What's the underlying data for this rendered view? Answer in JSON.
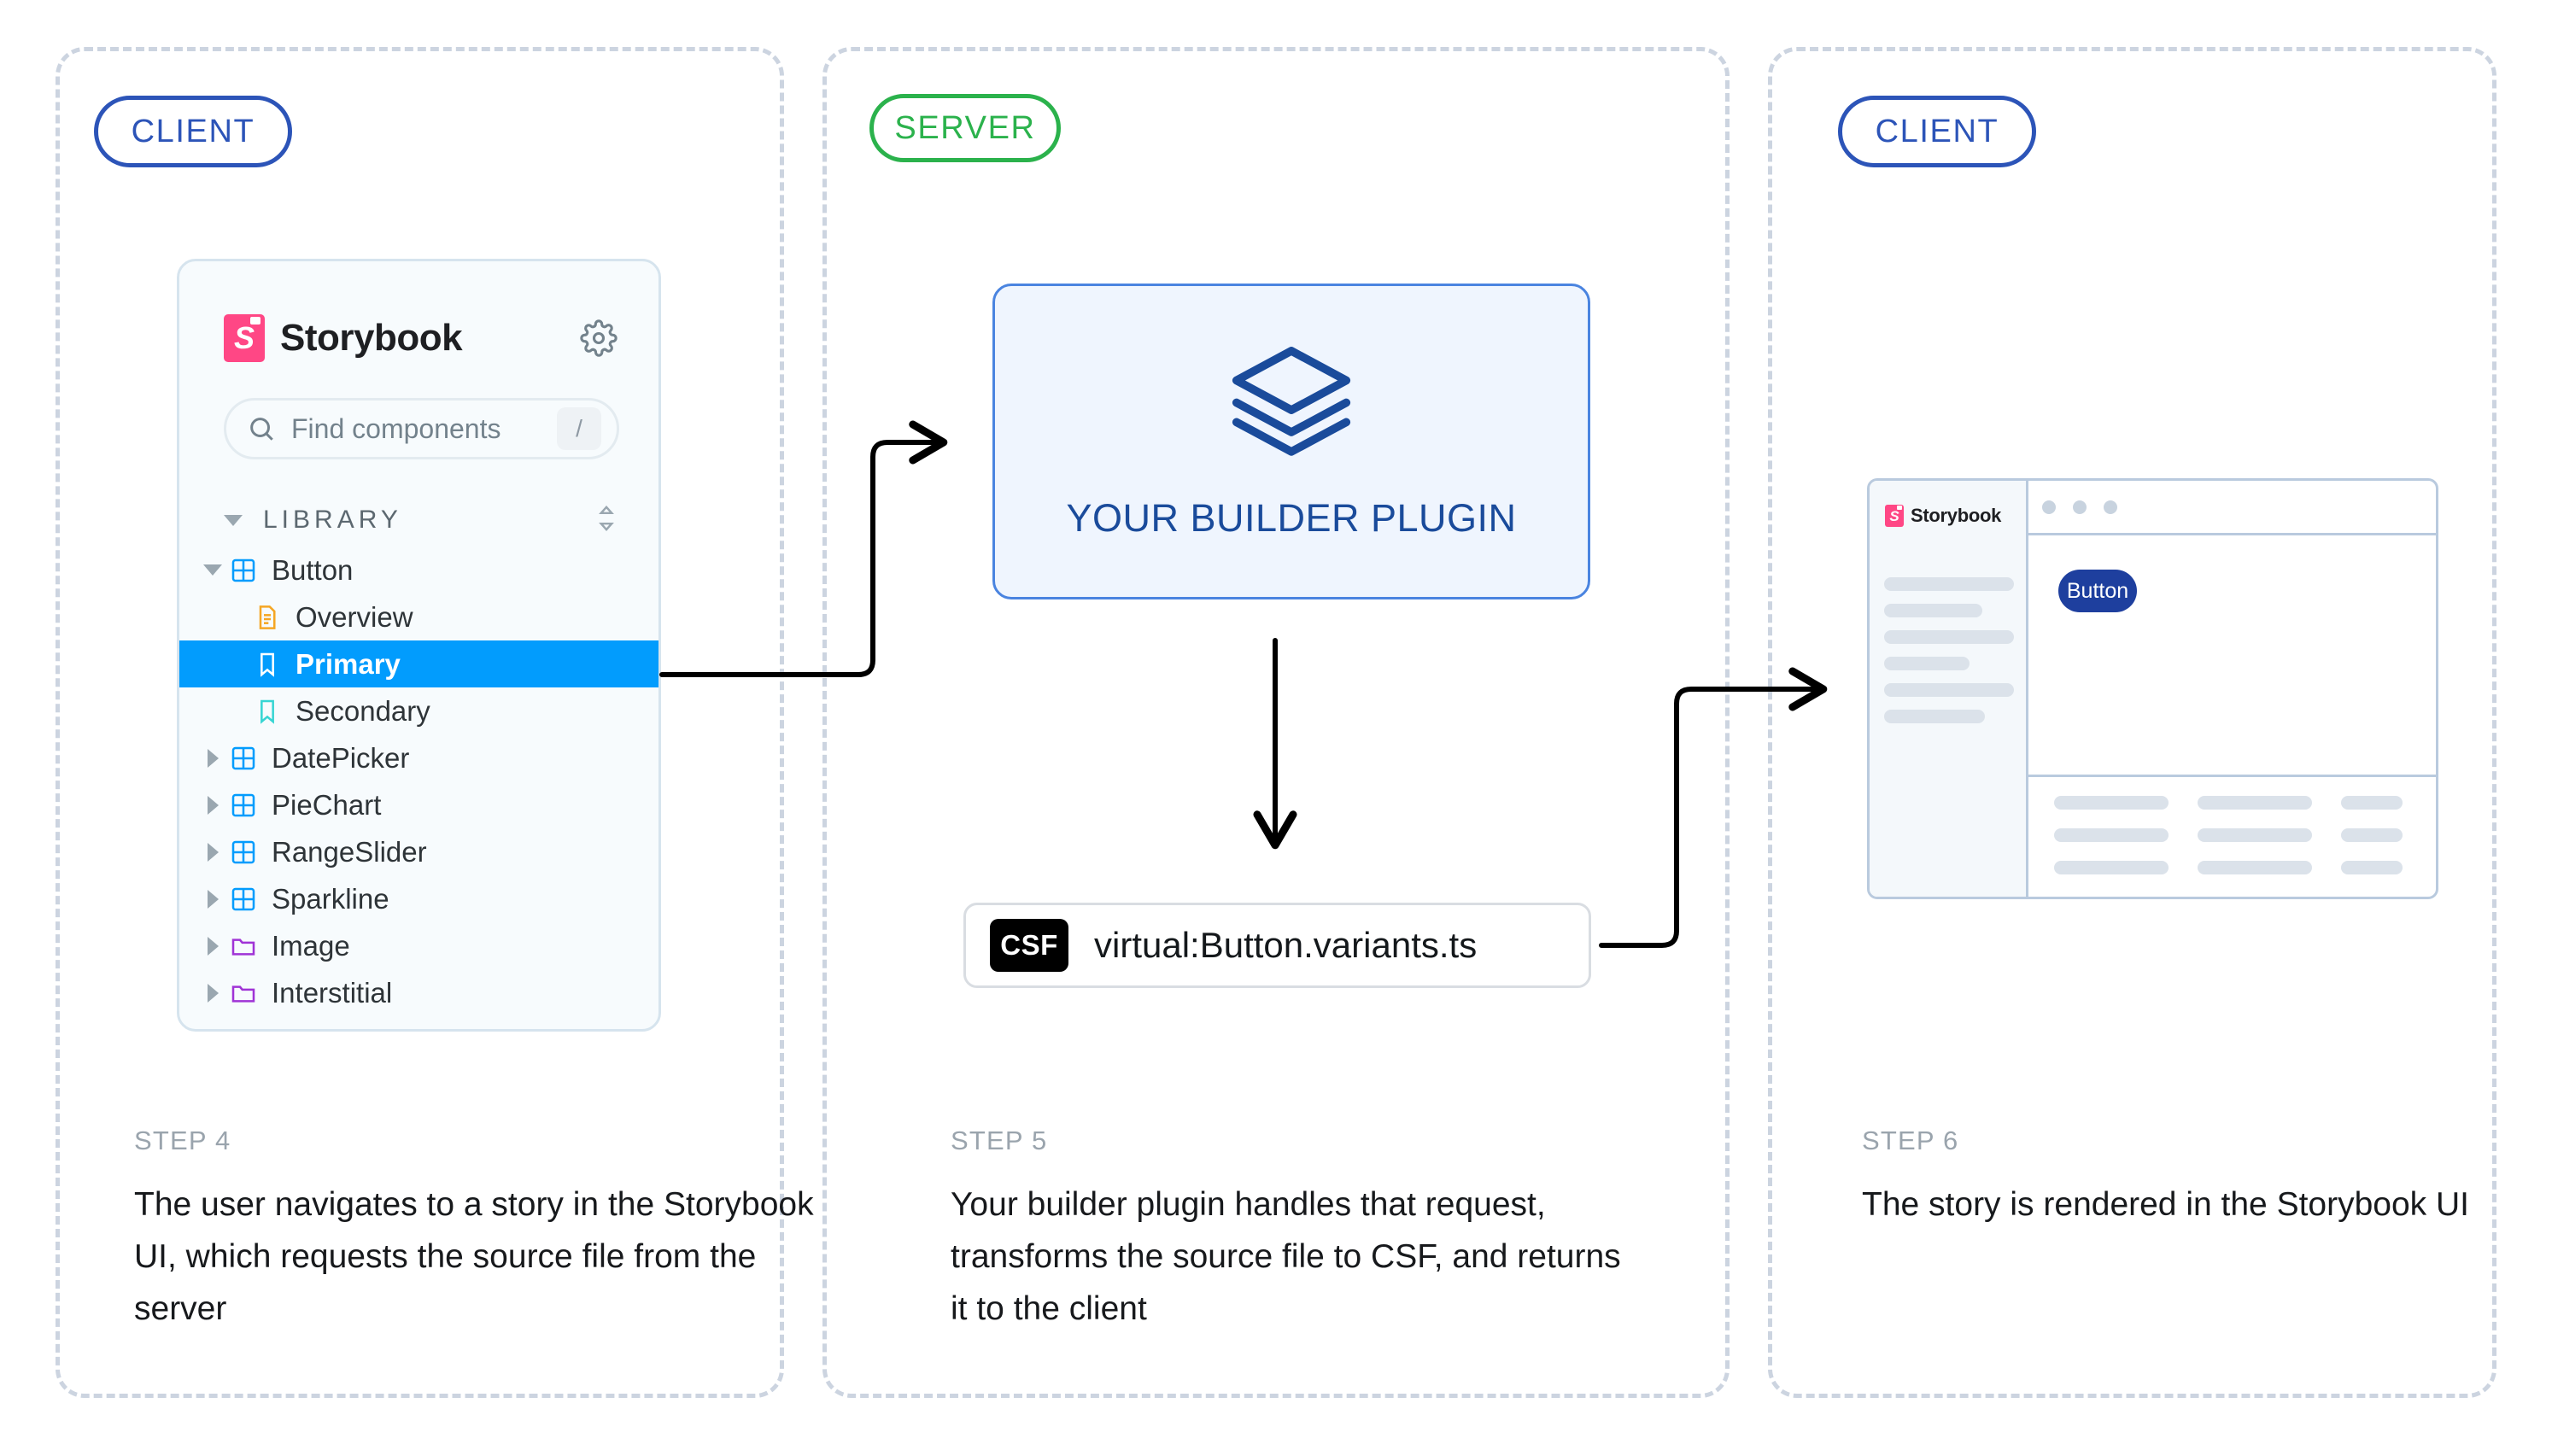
{
  "lanes": [
    {
      "id": "client-left",
      "badge": "CLIENT",
      "kind": "client"
    },
    {
      "id": "server",
      "badge": "SERVER",
      "kind": "server"
    },
    {
      "id": "client-right",
      "badge": "CLIENT",
      "kind": "client"
    }
  ],
  "colors": {
    "client_accent": "#2c54b8",
    "server_accent": "#2bb24c",
    "lane_border": "#ccd4e0",
    "storybook_pink": "#ff4785",
    "selection_blue": "#029cfd",
    "builder_blue": "#1a4b9b",
    "builder_box_fill": "#eff5fe",
    "mini_button_blue": "#1e3f9e",
    "csf_badge_bg": "#000000"
  },
  "storybook_panel": {
    "brand": "Storybook",
    "logo_letter": "S",
    "settings_icon": "gear-icon",
    "search": {
      "icon": "search-icon",
      "placeholder": "Find components",
      "shortcut": "/"
    },
    "section": {
      "label": "LIBRARY",
      "expanded": true,
      "sort_icon": "sort-icon"
    },
    "tree": [
      {
        "label": "Button",
        "icon": "component-icon",
        "depth": 0,
        "twisty": "down",
        "selected": false
      },
      {
        "label": "Overview",
        "icon": "docs-icon",
        "depth": 1,
        "twisty": "none",
        "selected": false
      },
      {
        "label": "Primary",
        "icon": "story-icon",
        "depth": 1,
        "twisty": "none",
        "selected": true
      },
      {
        "label": "Secondary",
        "icon": "story-icon",
        "depth": 1,
        "twisty": "none",
        "selected": false
      },
      {
        "label": "DatePicker",
        "icon": "component-icon",
        "depth": 0,
        "twisty": "right",
        "selected": false
      },
      {
        "label": "PieChart",
        "icon": "component-icon",
        "depth": 0,
        "twisty": "right",
        "selected": false
      },
      {
        "label": "RangeSlider",
        "icon": "component-icon",
        "depth": 0,
        "twisty": "right",
        "selected": false
      },
      {
        "label": "Sparkline",
        "icon": "component-icon",
        "depth": 0,
        "twisty": "right",
        "selected": false
      },
      {
        "label": "Image",
        "icon": "folder-icon",
        "depth": 0,
        "twisty": "right",
        "selected": false
      },
      {
        "label": "Interstitial",
        "icon": "folder-icon",
        "depth": 0,
        "twisty": "right",
        "selected": false
      }
    ]
  },
  "builder_box": {
    "icon": "layers-icon",
    "label": "YOUR BUILDER PLUGIN"
  },
  "csf_file": {
    "badge": "CSF",
    "filename": "virtual:Button.variants.ts"
  },
  "mini_app": {
    "brand": "Storybook",
    "logo_letter": "S",
    "toolbar_dots": 3,
    "nav_placeholder_count": 6,
    "story_button_label": "Button",
    "addon_rows": 3,
    "addon_columns": 3
  },
  "steps": [
    {
      "kicker": "STEP 4",
      "text": "The user navigates to a story in the Storybook UI, which requests the source file from the server"
    },
    {
      "kicker": "STEP 5",
      "text": "Your builder plugin handles that request, transforms the source file to CSF, and returns it to the client"
    },
    {
      "kicker": "STEP 6",
      "text": "The story is rendered in the Storybook UI"
    }
  ],
  "connectors": [
    {
      "name": "story-request-arrow",
      "from": "storybook-selected-story",
      "to": "builder-plugin"
    },
    {
      "name": "transform-arrow",
      "from": "builder-plugin",
      "to": "csf-file"
    },
    {
      "name": "response-arrow",
      "from": "csf-file",
      "to": "mini-storybook-preview"
    }
  ]
}
